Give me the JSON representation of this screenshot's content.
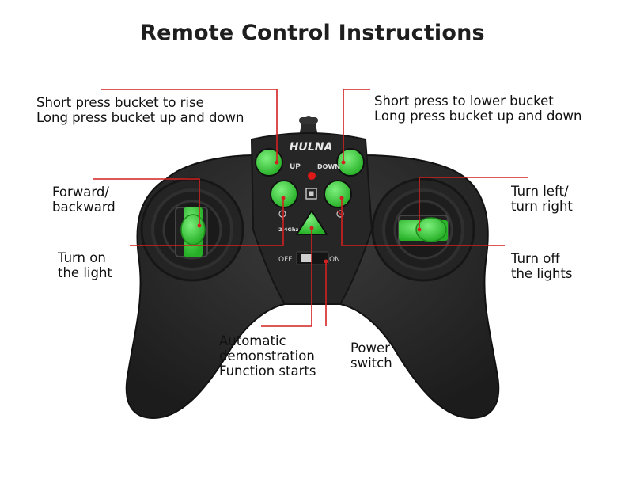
{
  "title": "Remote Control Instructions",
  "brand": "HULNA",
  "controller_labels": {
    "up": "UP",
    "down": "DOWN",
    "freq": "2.4Ghz",
    "off": "OFF",
    "on": "ON"
  },
  "callouts": {
    "bucket_rise": [
      "Short press bucket to rise",
      "Long press bucket up and down"
    ],
    "bucket_lower": [
      "Short press to lower bucket",
      "Long press bucket up and down"
    ],
    "forward_backward": [
      "Forward/",
      "backward"
    ],
    "turn_left_right": [
      "Turn left/",
      "turn right"
    ],
    "turn_on_light": [
      "Turn on",
      "the light"
    ],
    "turn_off_lights": [
      "Turn off",
      "the lights"
    ],
    "auto_demo": [
      "Automatic",
      "demonstration",
      "Function starts"
    ],
    "power_switch": [
      "Power",
      "switch"
    ]
  },
  "colors": {
    "body": "#2a2a2a",
    "button_green": "#3fd23f",
    "leader_line": "#d42020",
    "title": "#1e1e1e"
  }
}
